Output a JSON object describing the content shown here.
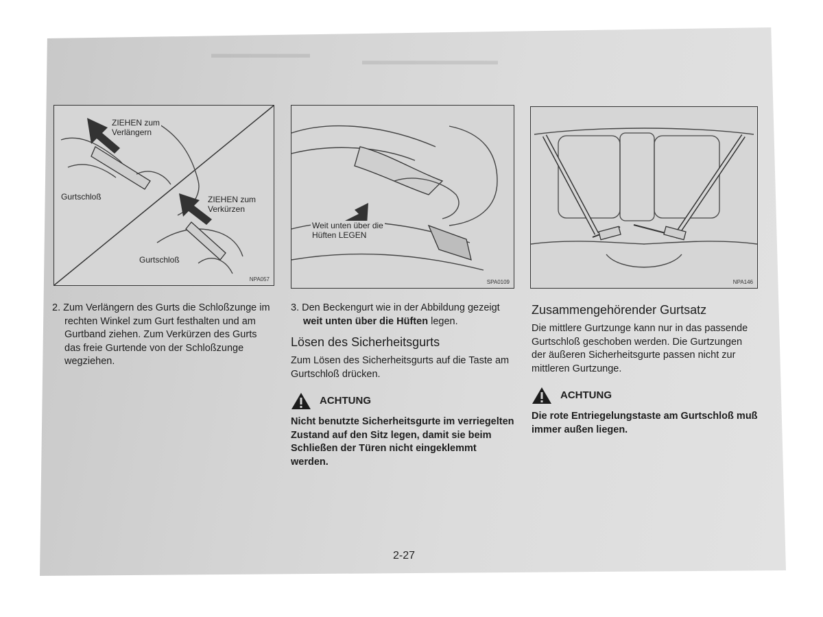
{
  "figures": {
    "fig1": {
      "label_pull_extend": "ZIEHEN zum\nVerlängern",
      "label_buckle_top": "Gurtschloß",
      "label_pull_shorten": "ZIEHEN zum\nVerkürzen",
      "label_buckle_bottom": "Gurtschloß",
      "code": "NPA057"
    },
    "fig2": {
      "label_low_hips": "Weit unten über die\nHüften LEGEN",
      "code": "SPA0109"
    },
    "fig3": {
      "code": "NPA146"
    }
  },
  "col1": {
    "step2": "2. Zum Verlängern des Gurts die Schloßzunge im rechten Winkel zum Gurt festhalten und am Gurtband ziehen. Zum Verkürzen des Gurts das freie Gurtende von der Schloßzunge wegziehen."
  },
  "col2": {
    "step3_prefix": "3. Den Beckengurt wie in der Abbildung gezeigt ",
    "step3_bold": "weit unten über die Hüften",
    "step3_suffix": " legen.",
    "heading": "Lösen des Sicherheitsgurts",
    "body": "Zum Lösen des Sicherheitsgurts auf die Taste am Gurtschloß drücken.",
    "warning_label": "ACHTUNG",
    "warning_text": "Nicht benutzte Sicherheitsgurte im verriegelten Zustand auf den Sitz legen, damit sie beim Schließen der Türen nicht eingeklemmt werden."
  },
  "col3": {
    "heading": "Zusammengehörender Gurtsatz",
    "body": "Die mittlere Gurtzunge kann nur in das passende Gurtschloß geschoben werden. Die Gurtzungen der äußeren Sicherheitsgurte passen nicht zur mittleren Gurtzunge.",
    "warning_label": "ACHTUNG",
    "warning_text": "Die rote Entriegelungstaste am Gurtschloß muß immer außen liegen."
  },
  "page_number": "2-27",
  "colors": {
    "paper": "#d3d3d3",
    "ink": "#1c1c1c",
    "figure_bg": "#d6d6d6"
  }
}
